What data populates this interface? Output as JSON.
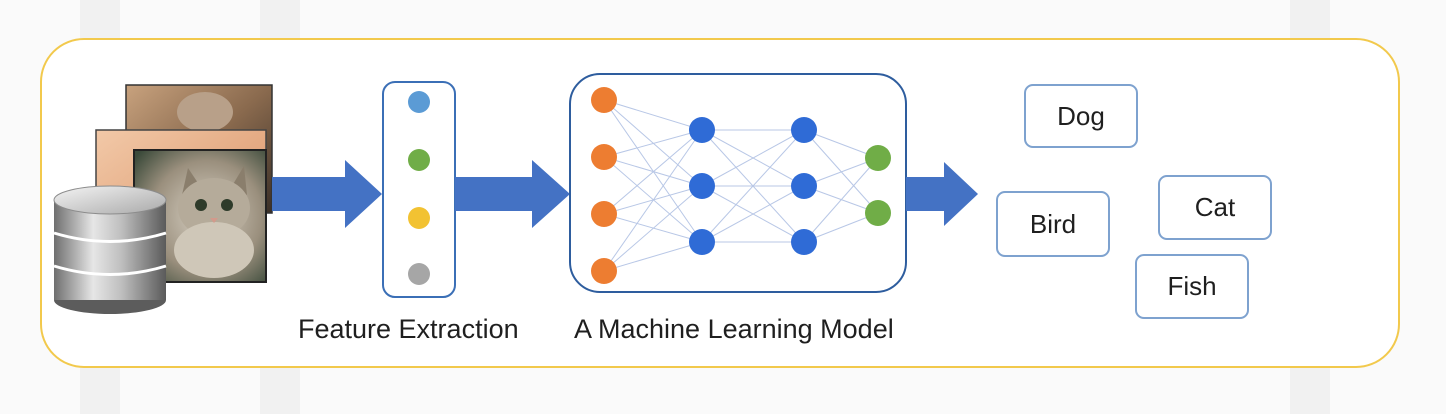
{
  "captions": {
    "feature_extraction": "Feature Extraction",
    "ml_model": "A Machine Learning Model"
  },
  "classes": [
    "Dog",
    "Bird",
    "Cat",
    "Fish"
  ],
  "colors": {
    "frame": "#f2c94c",
    "arrow": "#4472c4",
    "box_border": "#7ea2cf",
    "feature_dots": [
      "#5b9bd5",
      "#70ad47",
      "#f2c232",
      "#a6a6a6"
    ],
    "input_node": "#ed7d31",
    "hidden_node": "#2f6bd6",
    "output_node": "#70ad47",
    "edge": "#b8c7e6"
  },
  "network": {
    "layers": [
      4,
      3,
      3,
      2
    ]
  }
}
